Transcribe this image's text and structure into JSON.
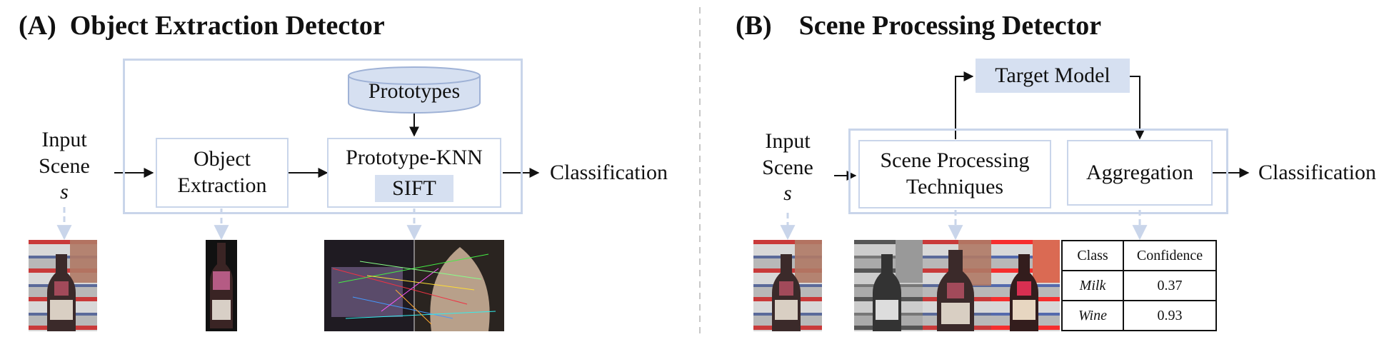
{
  "panel_a": {
    "title_label": "(A)",
    "title": "Object Extraction Detector",
    "input_line1": "Input",
    "input_line2": "Scene",
    "input_symbol": "s",
    "prototypes": "Prototypes",
    "object_extraction_line1": "Object",
    "object_extraction_line2": "Extraction",
    "prototype_knn": "Prototype-KNN",
    "sift": "SIFT",
    "output": "Classification"
  },
  "panel_b": {
    "title_label": "(B)",
    "title": "Scene Processing Detector",
    "input_line1": "Input",
    "input_line2": "Scene",
    "input_symbol": "s",
    "target_model": "Target Model",
    "scene_processing_line1": "Scene Processing",
    "scene_processing_line2": "Techniques",
    "aggregation": "Aggregation",
    "output": "Classification",
    "table": {
      "headers": [
        "Class",
        "Confidence"
      ],
      "rows": [
        {
          "class": "Milk",
          "confidence": "0.37"
        },
        {
          "class": "Wine",
          "confidence": "0.93"
        }
      ]
    }
  },
  "colors": {
    "box_border": "#c9d5ea",
    "fill": "#d6e0f1",
    "arrow": "#111111",
    "dashed_arrow": "#c9d5ea"
  }
}
